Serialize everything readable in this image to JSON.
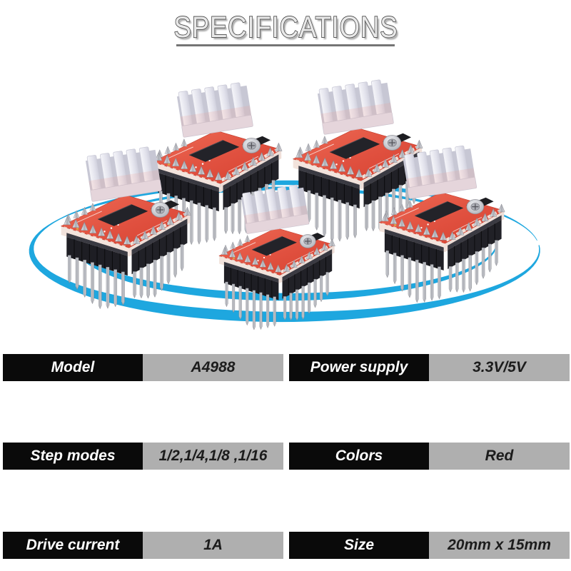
{
  "header": {
    "title": "SPECIFICATIONS"
  },
  "showcase": {
    "description": "Five red A4988 stepper motor driver modules with silver heatsinks and pin headers arranged in a circle of two blue orbit swooshes",
    "module_count": 5,
    "colors": {
      "accent_blue": "#1EA7DF",
      "pcb_red": "#E0503F",
      "pcb_red_dark": "#C23B2B",
      "heatsink_silver": "#EAEAF2",
      "header_black": "#1E1E24",
      "pin_silver": "#BDBFC7"
    }
  },
  "specs": {
    "label_bg": "#0A0A0A",
    "label_color": "#FFFFFF",
    "value_bg": "#AFAFAF",
    "value_color": "#1C1C1C",
    "rows": [
      {
        "label": "Model",
        "value": "A4988"
      },
      {
        "label": "Power supply",
        "value": "3.3V/5V"
      },
      {
        "label": "Step modes",
        "value": "1/2,1/4,1/8 ,1/16"
      },
      {
        "label": "Colors",
        "value": "Red"
      },
      {
        "label": "Drive current",
        "value": "1A"
      },
      {
        "label": "Size",
        "value": "20mm x 15mm"
      }
    ]
  }
}
